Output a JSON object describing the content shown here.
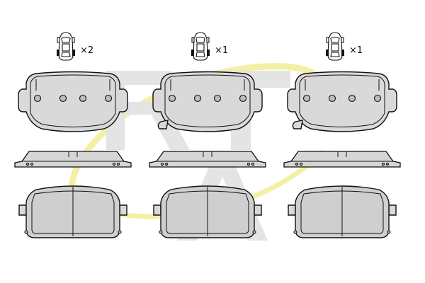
{
  "watermark": {
    "letters": [
      "R",
      "T",
      "A"
    ],
    "letter_color": "#e4e4e4",
    "swoosh_color": "#f2ee9a"
  },
  "vehicle_icons": [
    {
      "icon": "car-top-view-icon",
      "highlight": "rear-axle",
      "quantity": "×2"
    },
    {
      "icon": "car-top-view-icon",
      "highlight": "rear-axle",
      "quantity": "×1"
    },
    {
      "icon": "car-top-view-icon",
      "highlight": "rear-axle",
      "quantity": "×1"
    }
  ],
  "pad_sets": [
    {
      "backplate_holes": 4,
      "wear_sensor_clip": false
    },
    {
      "backplate_holes": 4,
      "wear_sensor_clip": true
    },
    {
      "backplate_holes": 4,
      "wear_sensor_clip": true
    }
  ],
  "colors": {
    "outline": "#111111",
    "backplate_fill": "#d9d9d9",
    "friction_fill": "#cfcfcf"
  }
}
